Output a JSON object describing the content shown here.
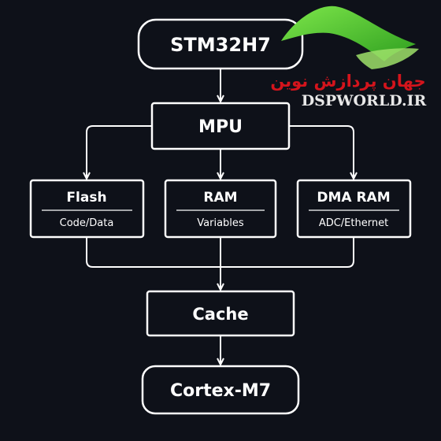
{
  "diagram": {
    "nodes": {
      "stm32h7": {
        "label": "STM32H7"
      },
      "mpu": {
        "label": "MPU"
      },
      "flash": {
        "label": "Flash",
        "sublabel": "Code/Data"
      },
      "ram": {
        "label": "RAM",
        "sublabel": "Variables"
      },
      "dma_ram": {
        "label": "DMA RAM",
        "sublabel": "ADC/Ethernet"
      },
      "cache": {
        "label": "Cache"
      },
      "cortex_m7": {
        "label": "Cortex-M7"
      }
    },
    "edges": [
      {
        "from": "stm32h7",
        "to": "mpu"
      },
      {
        "from": "mpu",
        "to": "flash"
      },
      {
        "from": "mpu",
        "to": "ram"
      },
      {
        "from": "mpu",
        "to": "dma_ram"
      },
      {
        "from": "flash",
        "to": "cache"
      },
      {
        "from": "ram",
        "to": "cache"
      },
      {
        "from": "dma_ram",
        "to": "cache"
      },
      {
        "from": "cache",
        "to": "cortex_m7"
      }
    ]
  },
  "watermark": {
    "text_fa": "جهان پردازش نوین",
    "text_en": "DSPWORLD.IR",
    "colors": {
      "leaf": "#5fd13a",
      "text_fa": "#d4141c"
    }
  },
  "colors": {
    "background": "#0e1119",
    "stroke": "#ffffff"
  }
}
